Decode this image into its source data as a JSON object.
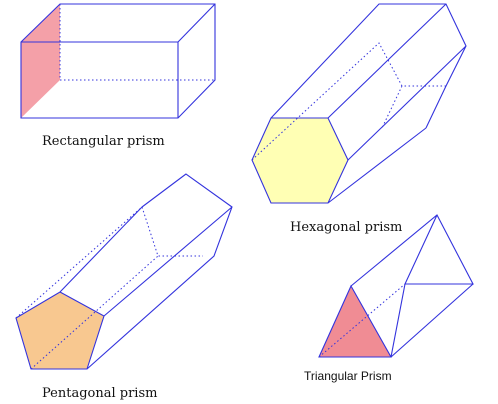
{
  "labels": {
    "rectangular": "Rectangular prism",
    "hexagonal": "Hexagonal prism",
    "pentagonal": "Pentagonal prism",
    "triangular": "Triangular Prism"
  },
  "colors": {
    "edge": "#3333dd",
    "rectangular_face": "#f4a0a8",
    "hexagonal_face": "#ffffb4",
    "pentagonal_face": "#f8c890",
    "triangular_face": "#f08c94"
  }
}
